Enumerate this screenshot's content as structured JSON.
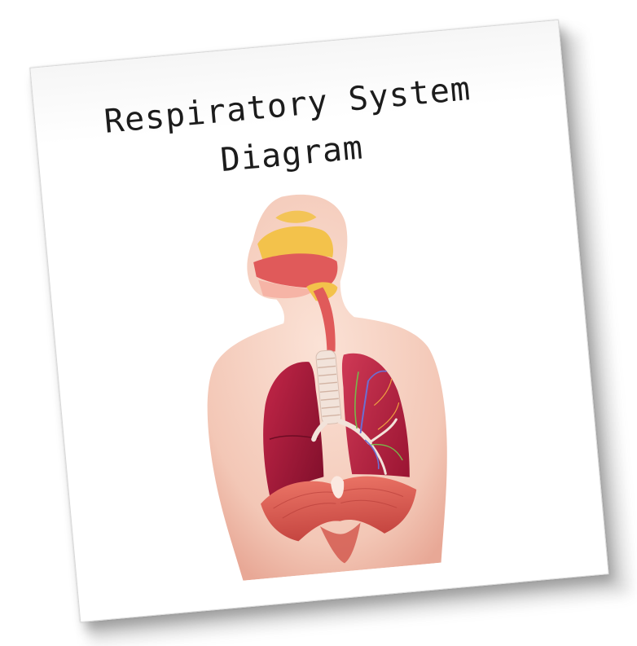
{
  "title": {
    "line1": "Respiratory System",
    "line2": "Diagram"
  },
  "figure": {
    "icon": "respiratory-anatomy-illustration",
    "colors": {
      "skin": "#f5cdbd",
      "skin_edge": "#e9a896",
      "nasal": "#f3c24b",
      "airway": "#e05a5a",
      "trachea": "#f2e3da",
      "lung_dark": "#a8163a",
      "lung_mid": "#c72848",
      "diaphragm": "#d9584e",
      "bronchi_blue": "#6b6fd3",
      "bronchi_green": "#78b84a"
    }
  }
}
